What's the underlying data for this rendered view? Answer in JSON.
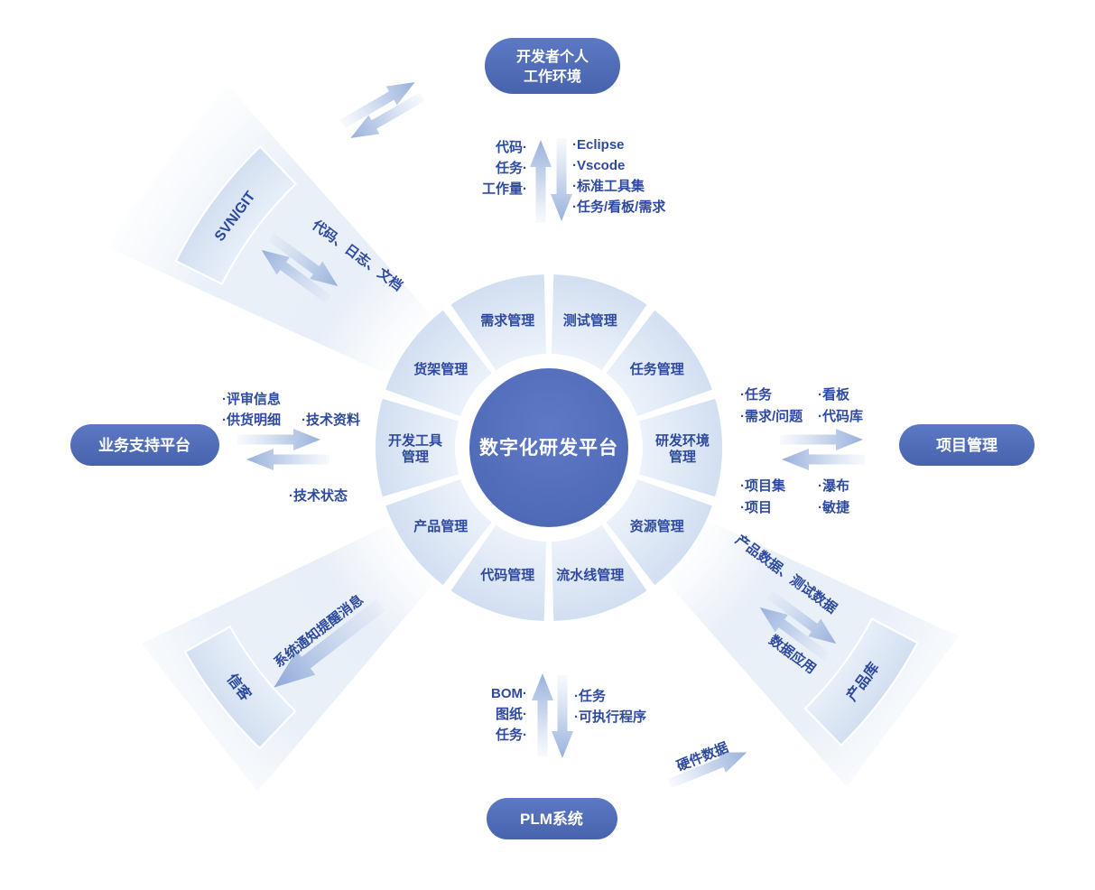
{
  "center": {
    "title": "数字化研发平台"
  },
  "modules": [
    "需求管理",
    "测试管理",
    "任务管理",
    "研发环境\n管理",
    "资源管理",
    "流水线管理",
    "代码管理",
    "产品管理",
    "开发工具\n管理",
    "货架管理"
  ],
  "external": {
    "developer_env": [
      "开发者个人",
      "工作环境"
    ],
    "svn_git": "SVN/GIT",
    "business_platform": "业务支持平台",
    "xinke": "信客",
    "plm": "PLM系统",
    "product_lib": "产品库",
    "project_mgmt": "项目管理"
  },
  "connections": {
    "developer": {
      "left": [
        "代码·",
        "任务·",
        "工作量·"
      ],
      "right": [
        "·Eclipse",
        "·Vscode",
        "·标准工具集",
        "·任务/看板/需求"
      ]
    },
    "svn_git_label": "代码、日志、文档",
    "business": {
      "top": [
        "·评审信息",
        "·供货明细"
      ],
      "top_right": "·技术资料",
      "bottom": "·技术状态"
    },
    "xinke_label": "系统通知提醒消息",
    "plm": {
      "left": [
        "BOM·",
        "图纸·",
        "任务·"
      ],
      "right": [
        "·任务",
        "·可执行程序"
      ]
    },
    "product_lib_labels": {
      "data": "产品数据、测试数据",
      "app": "数据应用",
      "hardware": "硬件数据"
    },
    "project": {
      "top_left": [
        "·任务",
        "·需求/问题"
      ],
      "top_right": [
        "·看板",
        "·代码库"
      ],
      "bottom_left": [
        "·项目集",
        "·项目"
      ],
      "bottom_right": [
        "·瀑布",
        "·敏捷"
      ]
    }
  },
  "colors": {
    "primary": "#4f6cb8",
    "label_text": "#2e4a9e",
    "segment_fill": "#dce7f5",
    "arrow": "#a3b9e0"
  }
}
